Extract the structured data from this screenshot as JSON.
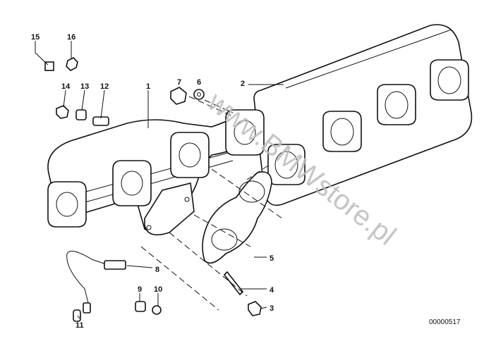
{
  "diagram": {
    "part_labels": {
      "p1": "1",
      "p2": "2",
      "p3": "3",
      "p4": "4",
      "p5": "5",
      "p6": "6",
      "p7": "7",
      "p8": "8",
      "p9": "9",
      "p10": "10",
      "p11": "11",
      "p12": "12",
      "p13": "13",
      "p14": "14",
      "p15": "15",
      "p16": "16"
    },
    "drawing_number": "00000517",
    "watermark": "www.BMWstore.pl"
  }
}
